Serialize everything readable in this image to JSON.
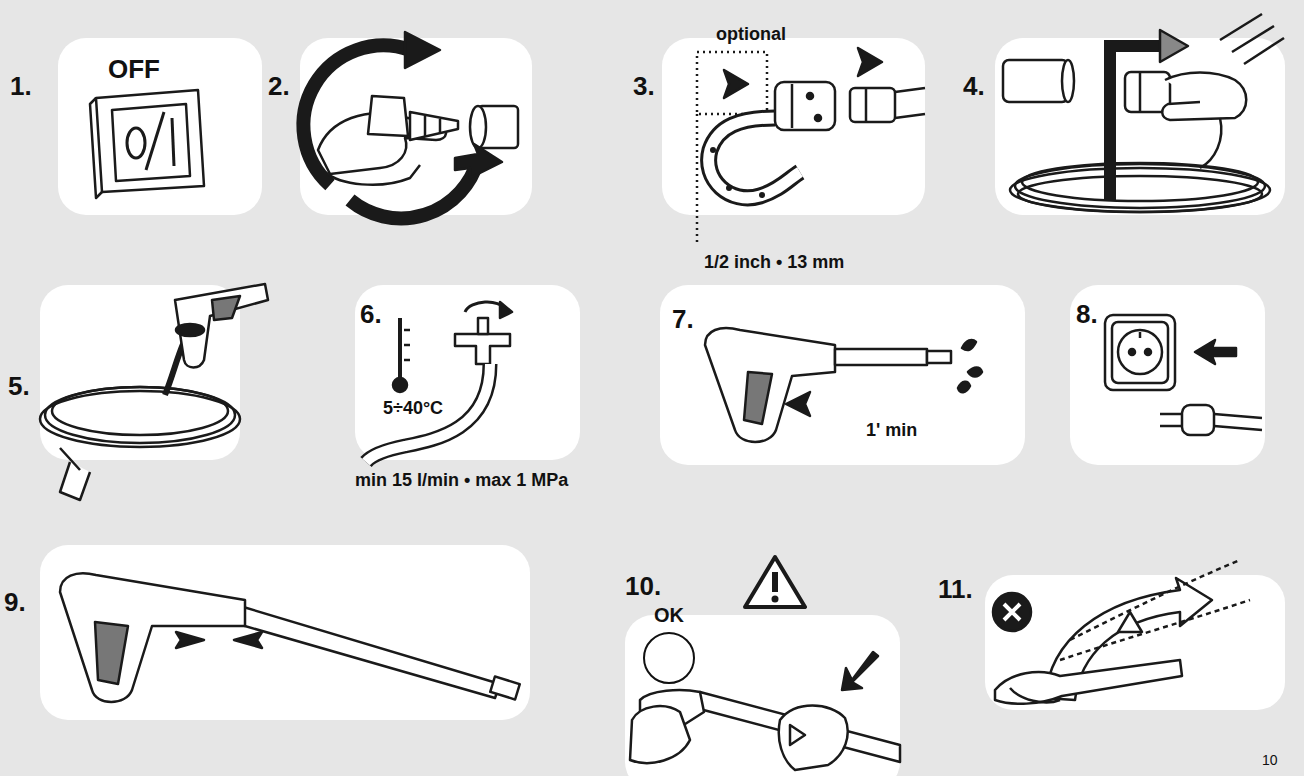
{
  "diagram": {
    "nodes": [
      {
        "text": [
          "1.",
          "OFF"
        ]
      },
      {
        "text": [
          "2."
        ]
      },
      {
        "text": [
          "3.",
          "optional",
          "1/2 inch • 13 mm"
        ]
      },
      {
        "text": [
          "4."
        ]
      },
      {
        "text": [
          "5."
        ]
      },
      {
        "text": [
          "6.",
          "5÷40°C",
          "min 15 l/min • max 1 MPa"
        ]
      },
      {
        "text": [
          "7.",
          "1' min"
        ]
      },
      {
        "text": [
          "8."
        ]
      },
      {
        "text": [
          "9."
        ]
      },
      {
        "text": [
          "10."
        ]
      },
      {
        "text": [
          "OK"
        ],
        "in": 9
      },
      {
        "text": [
          "11."
        ]
      }
    ],
    "labels": [
      "10"
    ]
  }
}
